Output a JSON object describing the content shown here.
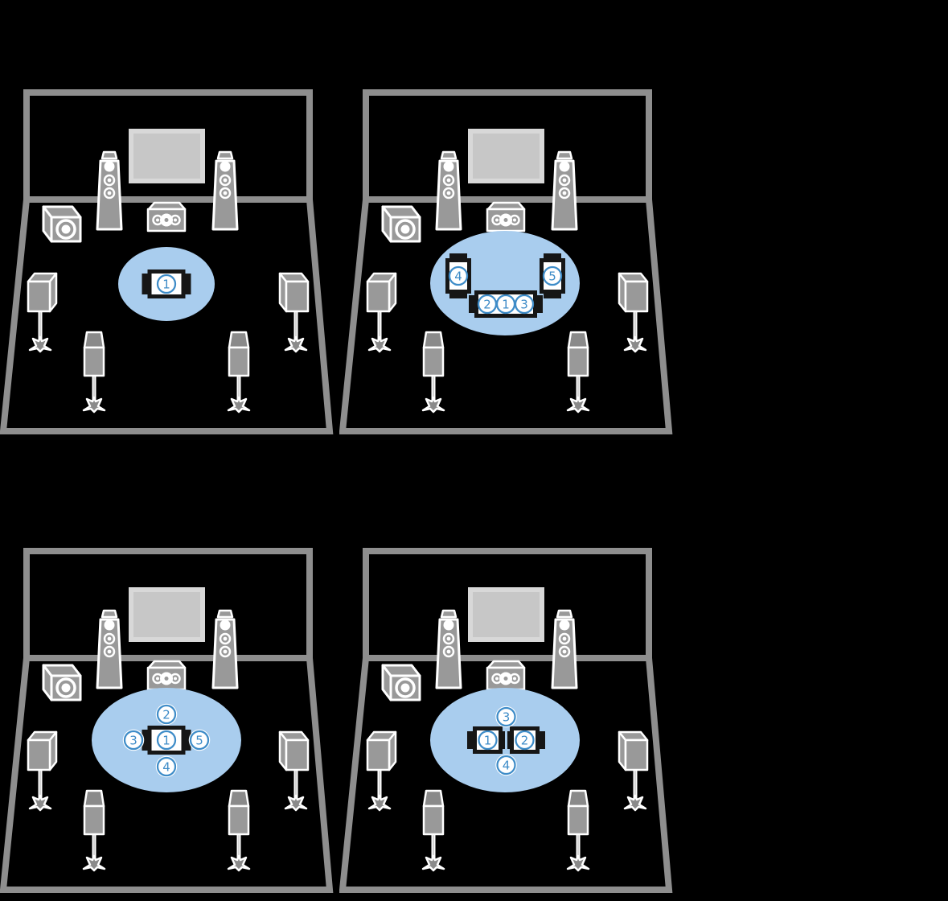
{
  "page": {
    "kind": "speaker-layout-measurement-diagrams",
    "panel_count": 4
  },
  "colors": {
    "background": "#000000",
    "accent_blue": "#3E8CC8",
    "listening_zone_blue": "#A9CDEE",
    "speaker_gray": "#999999",
    "speaker_dark_gray": "#8A8A8A",
    "room_border_gray": "#8E8E8E",
    "tv_frame_gray": "#D8D8D8",
    "tv_screen_gray": "#C7C7C7",
    "seat_outline_black": "#161616",
    "white": "#FFFFFF"
  },
  "panels": [
    {
      "name": "one-measurement-position",
      "measurement_positions_count": 1,
      "positions": [
        {
          "label": "1",
          "placement": "sofa-center"
        }
      ]
    },
    {
      "name": "five-measurement-positions-sofa-and-two-chairs",
      "measurement_positions_count": 5,
      "positions": [
        {
          "label": "1",
          "placement": "wide-sofa-center"
        },
        {
          "label": "2",
          "placement": "wide-sofa-left"
        },
        {
          "label": "3",
          "placement": "wide-sofa-right"
        },
        {
          "label": "4",
          "placement": "left-chair"
        },
        {
          "label": "5",
          "placement": "right-chair"
        }
      ]
    },
    {
      "name": "five-measurement-positions-around-one-sofa",
      "measurement_positions_count": 5,
      "positions": [
        {
          "label": "1",
          "placement": "sofa-center"
        },
        {
          "label": "2",
          "placement": "in-front-of-sofa"
        },
        {
          "label": "3",
          "placement": "left-of-sofa"
        },
        {
          "label": "4",
          "placement": "behind-sofa"
        },
        {
          "label": "5",
          "placement": "right-of-sofa"
        }
      ]
    },
    {
      "name": "four-measurement-positions-two-sofas",
      "measurement_positions_count": 4,
      "positions": [
        {
          "label": "1",
          "placement": "left-sofa"
        },
        {
          "label": "2",
          "placement": "right-sofa"
        },
        {
          "label": "3",
          "placement": "front-between-sofas"
        },
        {
          "label": "4",
          "placement": "behind-between-sofas"
        }
      ]
    }
  ]
}
